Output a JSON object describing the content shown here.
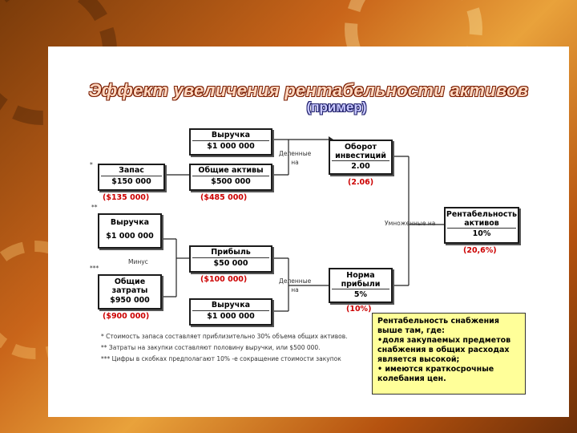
{
  "slide": {
    "title": "Эффект увеличения рентабельности активов",
    "subtitle": "(пример)"
  },
  "boxes": {
    "revenue_top": {
      "label": "Выручка",
      "value": "$1 000 000"
    },
    "inventory": {
      "label": "Запас",
      "value": "$150 000",
      "new_value": "($135 000)",
      "marker": "*"
    },
    "total_assets": {
      "label": "Общие активы",
      "value": "$500 000",
      "new_value": "($485 000)"
    },
    "revenue_mid": {
      "label": "Выручка",
      "value": "$1 000 000",
      "marker": "**"
    },
    "total_costs": {
      "label": "Общие затраты",
      "value": "$950 000",
      "new_value": "($900 000)",
      "marker": "***"
    },
    "profit": {
      "label": "Прибыль",
      "value": "$50 000",
      "new_value": "($100 000)"
    },
    "revenue_bottom": {
      "label": "Выручка",
      "value": "$1 000 000"
    },
    "investment_turnover": {
      "label": "Оборот инвестиций",
      "value": "2.00",
      "new_value": "(2.06)"
    },
    "profit_margin": {
      "label": "Норма прибыли",
      "value": "5%",
      "new_value": "(10%)"
    },
    "return_on_assets": {
      "label": "Рентабельность активов",
      "value": "10%",
      "new_value": "(20,6%)"
    }
  },
  "operators": {
    "divided_by_1": "Деленные на",
    "divided_by_2": "Деленные на",
    "minus": "Минус",
    "multiplied_by": "Умноженные на"
  },
  "footnotes": [
    "* Стоимость запаса составляет приблизительно 30% объема общих активов.",
    "** Затраты на закупки составляют половину выручки, или $500 000.",
    "*** Цифры в скобках предполагают 10% -е сокращение стоимости закупок"
  ],
  "infobox": {
    "line1": "Рентабельность снабжения",
    "line2": "выше там, где:",
    "bullet1": "•доля закупаемых предметов снабжения в общих расходах является высокой;",
    "bullet2": "• имеются краткосрочные колебания цен."
  },
  "colors": {
    "new_values": "#cc0000",
    "infobox_bg": "#ffff99",
    "title_fill": "#ffd8c0"
  }
}
